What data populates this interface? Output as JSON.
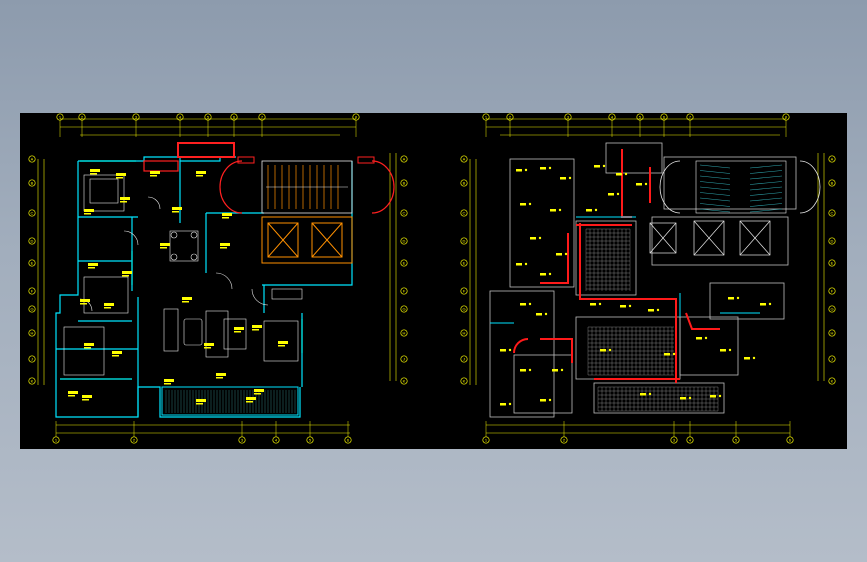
{
  "window": {
    "title": ""
  },
  "drawing": {
    "background": "#000000",
    "colors": {
      "dimension": "#f2f200",
      "wall": "#00e5ff",
      "room_line": "#e8e8e8",
      "label": "#ffff00",
      "column": "#ff2020",
      "pipe": "#ff1a1a",
      "window": "#00d0d0",
      "ceiling_grid": "#c9c9c9",
      "highlight": "#ff00ff"
    },
    "sheets": [
      {
        "id": "furniture-plan",
        "grid_axes_top": [
          "1",
          "2",
          "3",
          "4",
          "5",
          "6",
          "7",
          "8",
          "9"
        ],
        "grid_axes_side": [
          "A",
          "B",
          "C",
          "D",
          "E",
          "F",
          "G",
          "H",
          "J",
          "K"
        ]
      },
      {
        "id": "ceiling-plan",
        "grid_axes_top": [
          "1",
          "2",
          "3",
          "4",
          "5",
          "6",
          "7",
          "8",
          "9"
        ],
        "grid_axes_side": [
          "A",
          "B",
          "C",
          "D",
          "E",
          "F",
          "G",
          "H",
          "J",
          "K"
        ]
      }
    ]
  }
}
